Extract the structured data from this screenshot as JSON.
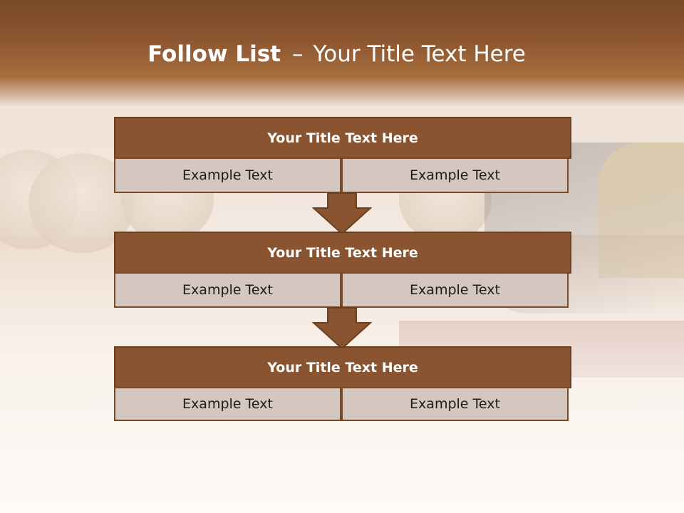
{
  "title": {
    "bold": "Follow List",
    "dash": "–",
    "rest": "Your Title Text Here"
  },
  "blocks": [
    {
      "title": "Your Title Text Here",
      "cells": [
        "Example Text",
        "Example Text"
      ]
    },
    {
      "title": "Your Title Text Here",
      "cells": [
        "Example Text",
        "Example Text"
      ]
    },
    {
      "title": "Your Title Text Here",
      "cells": [
        "Example Text",
        "Example Text"
      ]
    }
  ],
  "colors": {
    "header": "#8a5430",
    "header_border": "#6b3f1f",
    "cell_fill": "#d3c7bf",
    "arrow": "#8a5430"
  }
}
